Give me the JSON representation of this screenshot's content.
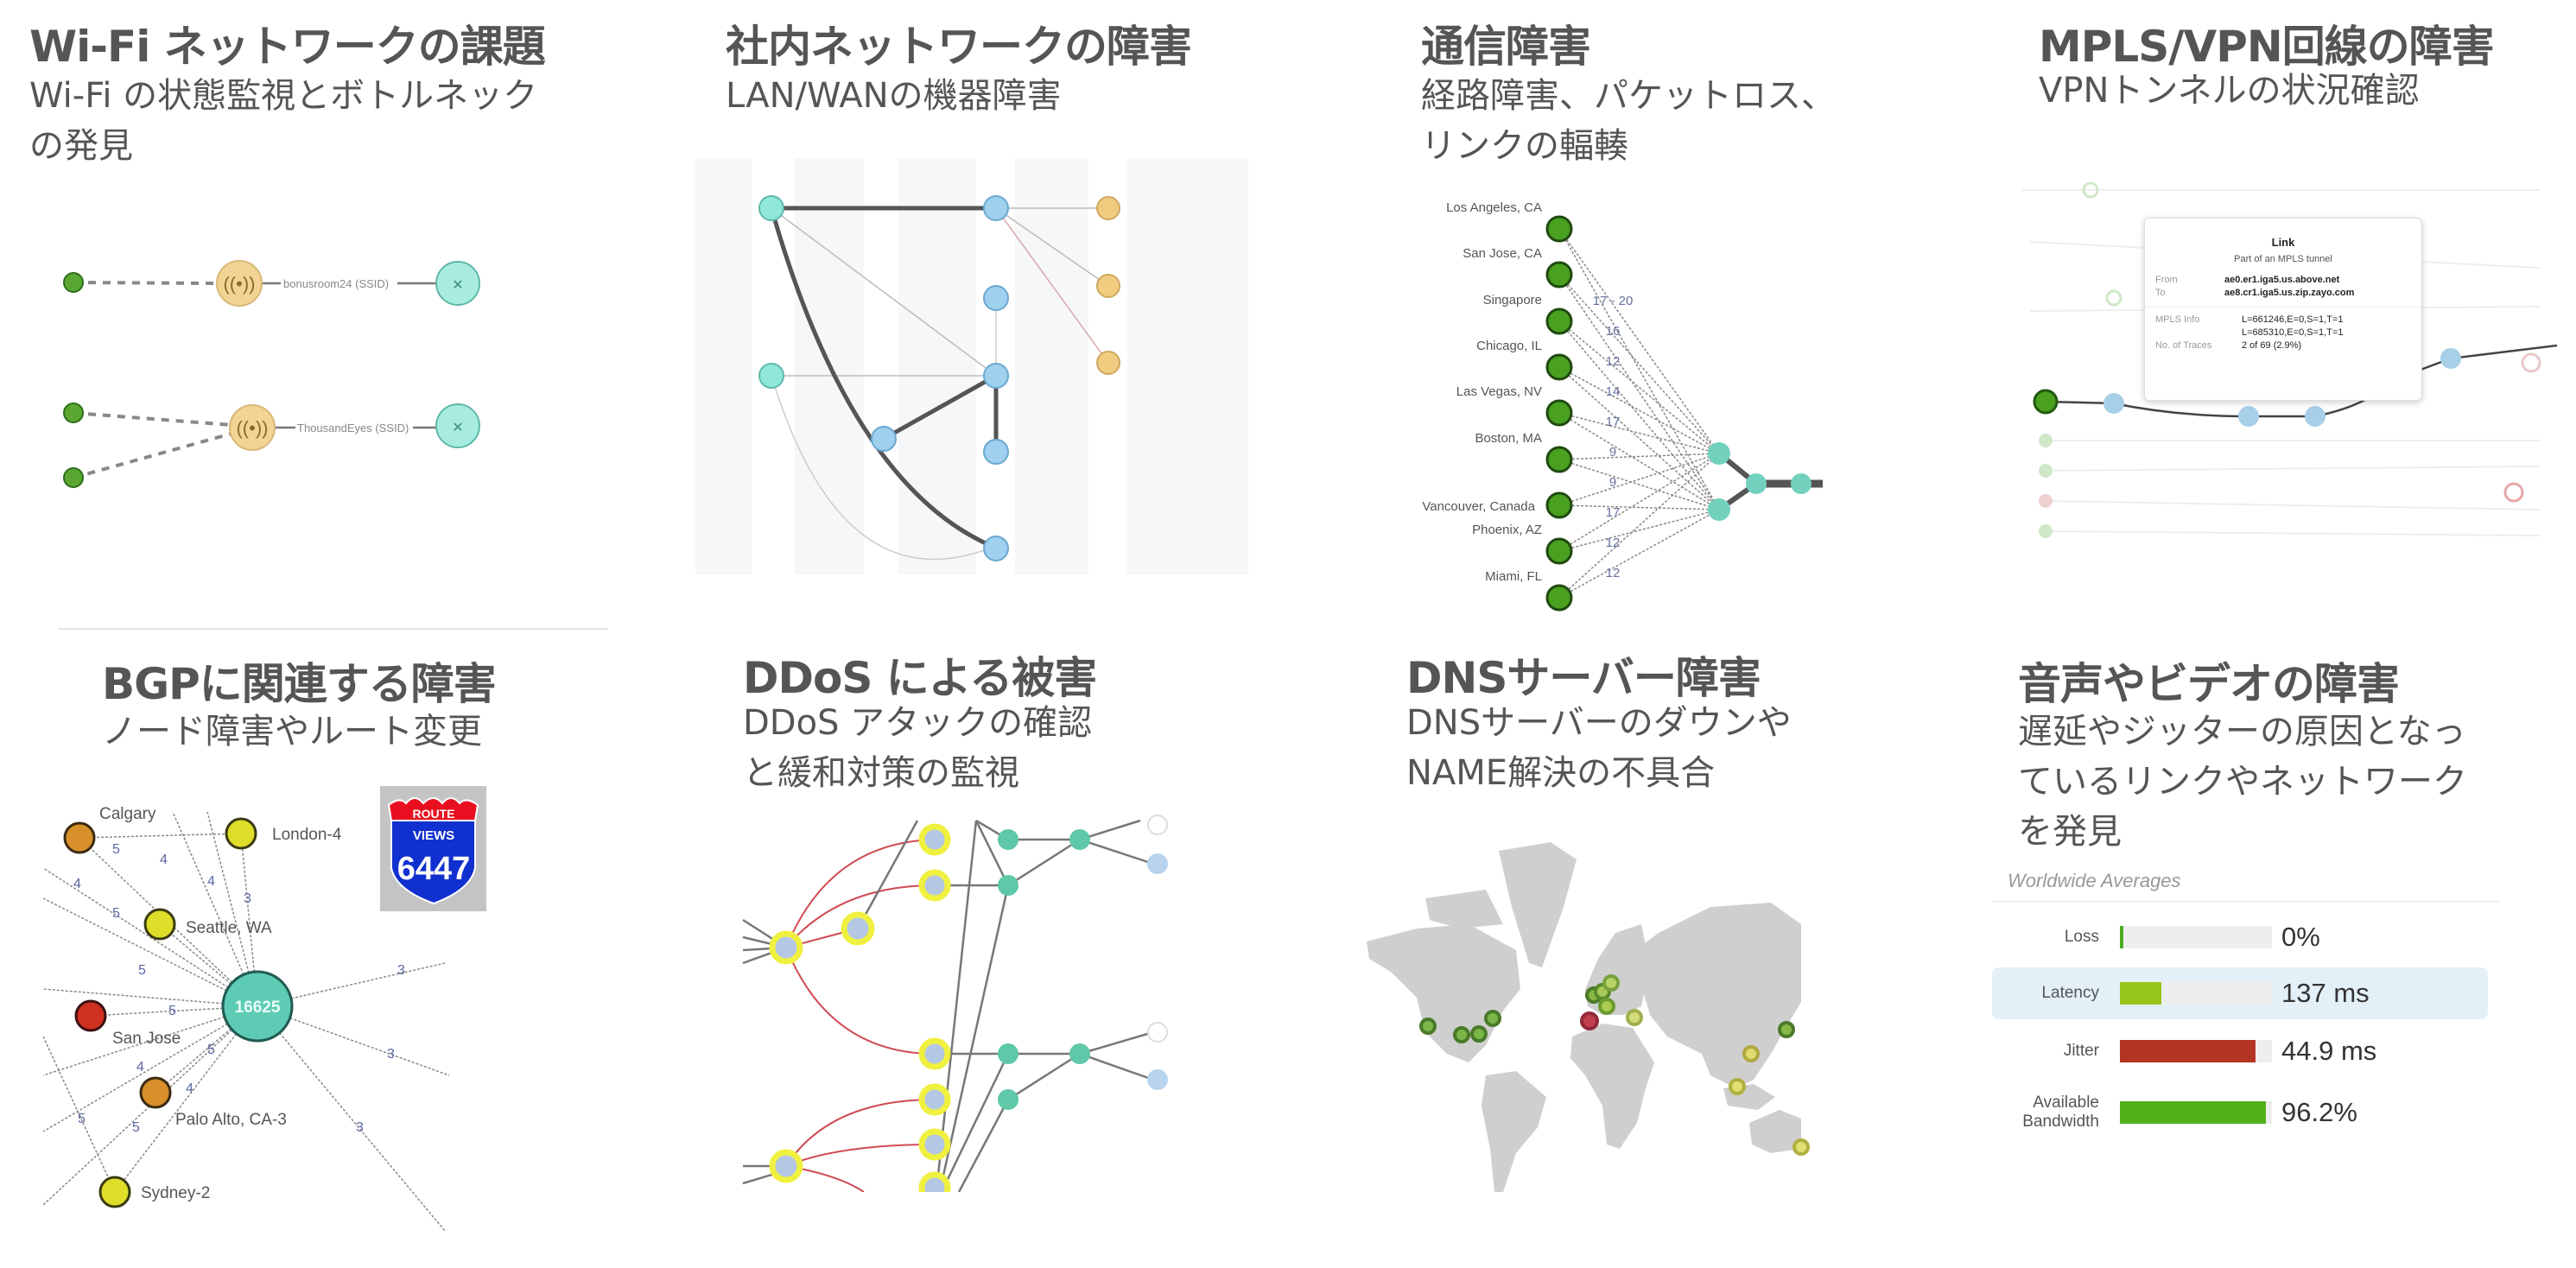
{
  "panels": {
    "wifi": {
      "title": "Wi-Fi ネットワークの課題",
      "subtitle": [
        "Wi-Fi の状態監視とボトルネック",
        "の発見"
      ],
      "ssids": [
        "bonusroom24 (SSID)",
        "ThousandEyes (SSID)"
      ]
    },
    "lan": {
      "title": "社内ネットワークの障害",
      "subtitle": [
        "LAN/WANの機器障害"
      ]
    },
    "path": {
      "title": "通信障害",
      "subtitle": [
        "経路障害、パケットロス、",
        "リンクの輻輳"
      ],
      "agents": [
        "Los Angeles, CA",
        "San Jose, CA",
        "Singapore",
        "Chicago, IL",
        "Las Vegas, NV",
        "Boston, MA",
        "Vancouver, Canada",
        "Phoenix, AZ",
        "Miami, FL"
      ],
      "hops": [
        "17 - 20",
        "16",
        "12",
        "14",
        "17",
        "9",
        "9",
        "17",
        "12",
        "12"
      ]
    },
    "mpls": {
      "title": "MPLS/VPN回線の障害",
      "subtitle": [
        "VPNトンネルの状況確認"
      ],
      "tooltip": {
        "title": "Link",
        "desc": "Part of an MPLS tunnel",
        "from_label": "From",
        "from": "ae0.er1.iga5.us.above.net",
        "to_label": "To",
        "to": "ae8.cr1.iga5.us.zip.zayo.com",
        "mpls_label": "MPLS Info",
        "mpls": [
          "L=661246,E=0,S=1,T=1",
          "L=685310,E=0,S=1,T=1"
        ],
        "traces_label": "No. of Traces",
        "traces": "2 of 69 (2.9%)"
      }
    },
    "bgp": {
      "title": "BGPに関連する障害",
      "subtitle": [
        "ノード障害やルート変更"
      ],
      "asn": "16625",
      "nodes": [
        "Calgary",
        "London-4",
        "Seattle, WA",
        "San Jose",
        "Palo Alto, CA-3",
        "Sydney-2"
      ],
      "logo": {
        "top": "ROUTE",
        "mid": "VIEWS",
        "num": "6447"
      }
    },
    "ddos": {
      "title": "DDoS による被害",
      "subtitle": [
        "DDoS アタックの確認",
        "と緩和対策の監視"
      ]
    },
    "dns": {
      "title": "DNSサーバー障害",
      "subtitle": [
        "DNSサーバーのダウンや",
        "NAME解決の不具合"
      ]
    },
    "voice": {
      "title": "音声やビデオの障害",
      "subtitle": [
        "遅延やジッターの原因となっ",
        "ているリンクやネットワーク",
        "を発見"
      ],
      "header": "Worldwide Averages",
      "metrics": [
        {
          "label": "Loss",
          "value": "0%",
          "fill": 0.02,
          "color": "#4caf1e"
        },
        {
          "label": "Latency",
          "value": "137 ms",
          "fill": 0.27,
          "color": "#97c51c"
        },
        {
          "label": "Jitter",
          "value": "44.9 ms",
          "fill": 0.89,
          "color": "#b43424"
        },
        {
          "label": "Available Bandwidth",
          "value": "96.2%",
          "fill": 0.962,
          "color": "#52b01a"
        }
      ]
    }
  },
  "colors": {
    "title": "#555555",
    "green": "#4a9e1f",
    "teal": "#6fd4c0",
    "blue": "#a8cfe8"
  }
}
